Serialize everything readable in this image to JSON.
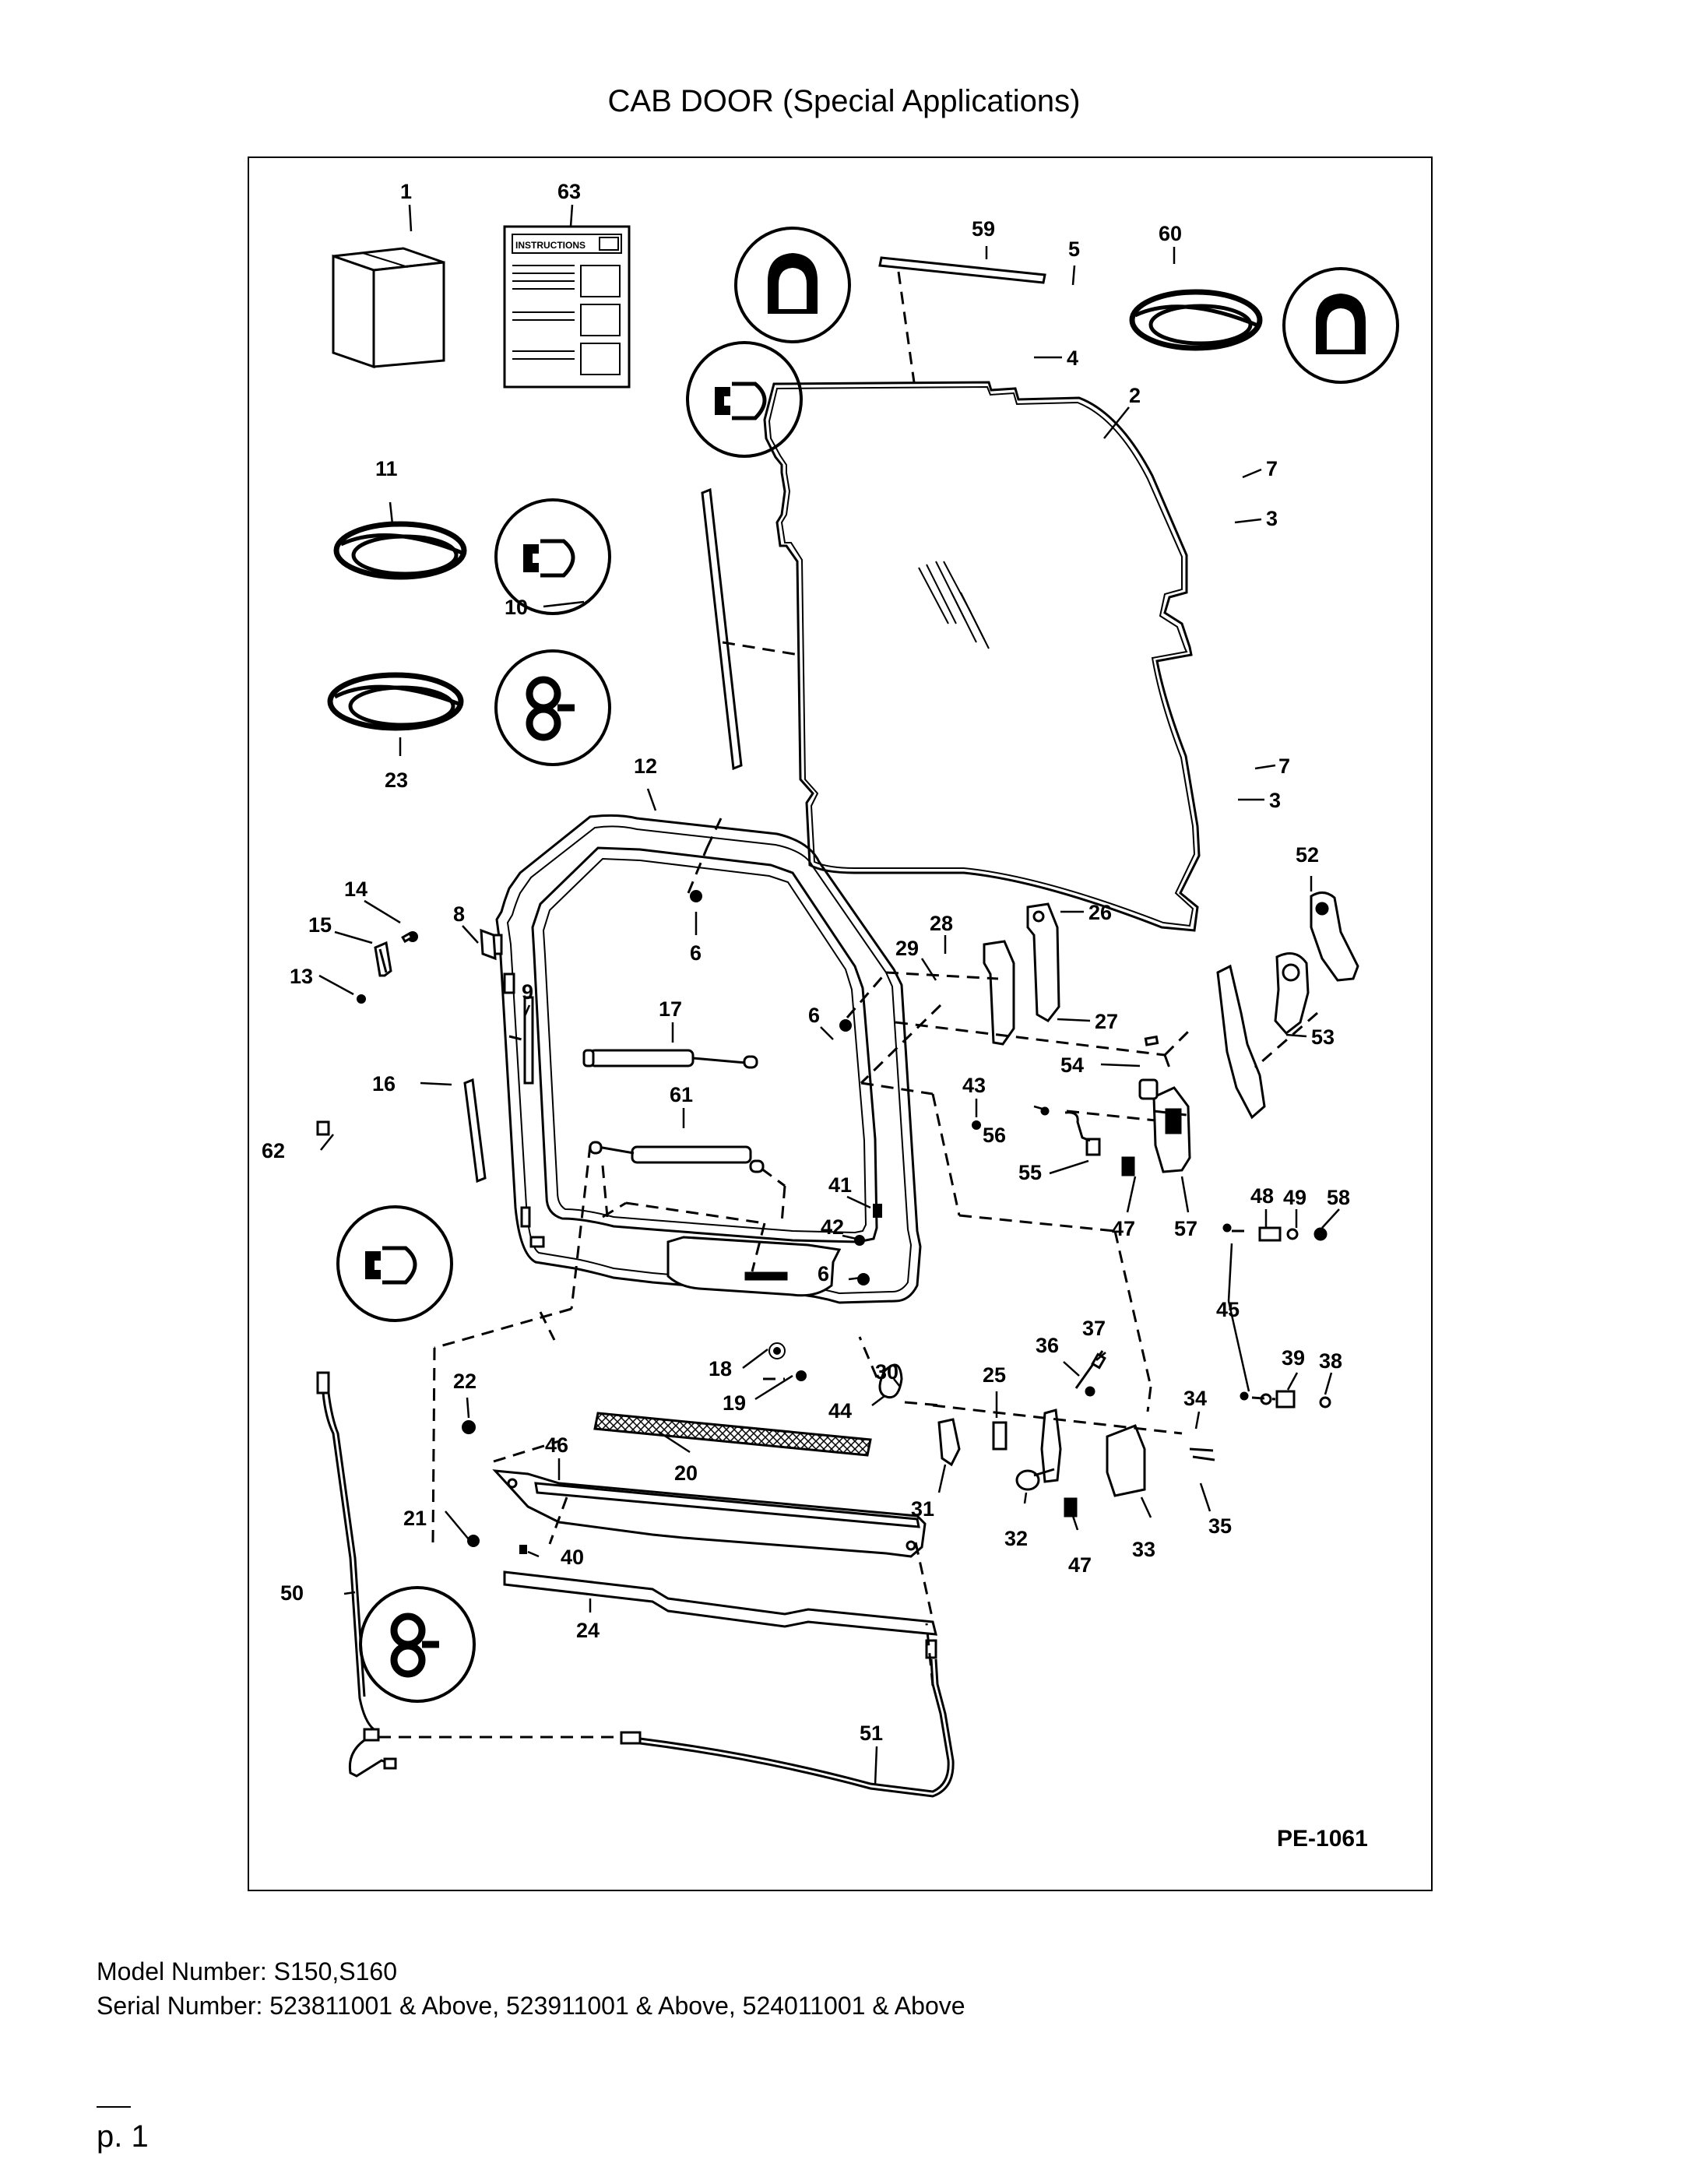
{
  "page": {
    "title": "CAB DOOR (Special Applications)",
    "model_line": "Model Number: S150,S160",
    "serial_line": "Serial Number: 523811001 & Above, 523911001 & Above, 524011001 & Above",
    "page_number": "p. 1"
  },
  "diagram": {
    "drawing_code": "PE-1061",
    "instructions_label": "INSTRUCTIONS",
    "callouts": [
      "1",
      "63",
      "59",
      "5",
      "60",
      "4",
      "2",
      "7",
      "3",
      "11",
      "10",
      "23",
      "12",
      "7",
      "3",
      "52",
      "14",
      "15",
      "8",
      "6",
      "26",
      "28",
      "29",
      "13",
      "9",
      "17",
      "6",
      "27",
      "53",
      "16",
      "43",
      "54",
      "61",
      "56",
      "62",
      "55",
      "41",
      "48",
      "49",
      "58",
      "42",
      "47",
      "57",
      "6",
      "45",
      "22",
      "18",
      "30",
      "25",
      "36",
      "37",
      "39",
      "38",
      "19",
      "44",
      "34",
      "46",
      "20",
      "31",
      "32",
      "47",
      "33",
      "35",
      "21",
      "40",
      "50",
      "24",
      "51"
    ]
  }
}
